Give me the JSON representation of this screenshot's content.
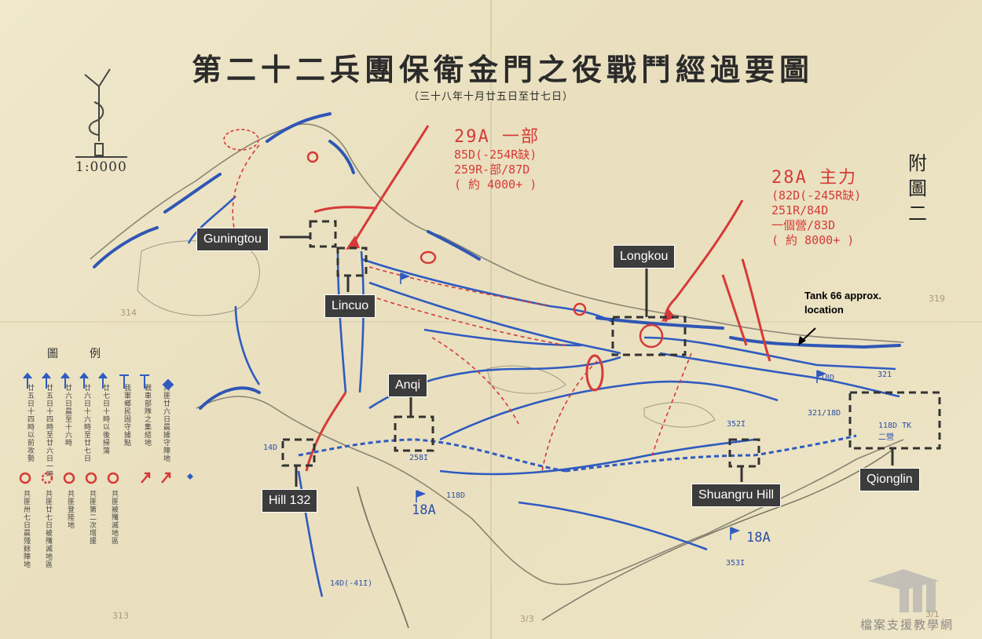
{
  "map": {
    "title": "第二十二兵團保衛金門之役戰鬥經過要圖",
    "subtitle": "（三十八年十月廿五日至廿七日）",
    "scale": "1:0000",
    "appendix_label": "附圖二",
    "red_forces": {
      "unit_29a": [
        "29A 一部",
        "85D(-254R缺)",
        "259R-部/87D",
        "( 約 4000+ )"
      ],
      "unit_28a": [
        "28A 主力",
        "(82D(-245R缺)",
        "251R/84D",
        "一個營/83D",
        "( 約 8000+ )"
      ]
    },
    "place_labels": {
      "guningtou": "Guningtou",
      "lincuo": "Lincuo",
      "longkou": "Longkou",
      "anqi": "Anqi",
      "hill132": "Hill 132",
      "shuangru": "Shuangru Hill",
      "qionglin": "Qionglin"
    },
    "tank_note": "Tank 66 approx. location",
    "legend": {
      "title": "圖例",
      "entries": [
        "廿五日十四時以前攻勢",
        "廿五日十四時至廿六日一時",
        "廿六日晨至十六時",
        "廿六日十六時至廿七日",
        "廿七日十時以後掃蕩",
        "我軍鄉民固守據點",
        "戰車部隊之集結地",
        "共匪廿六日晨據守陣地",
        "共匪卅七日晨殘餘陣地",
        "共匪廿七日被殲滅地區",
        "共匪登陸地",
        "共匪第二次增援",
        "共匪被殲滅地區"
      ]
    },
    "unit_markers": [
      "118D",
      "14D",
      "18A",
      "352I",
      "353I",
      "321",
      "118D TK二營",
      "14D(-41I)",
      "18D",
      "321/18D",
      "258I"
    ],
    "pencil_numbers": [
      "314",
      "313",
      "3/3",
      "319",
      "3/1"
    ],
    "watermark": "檔案支援教學網"
  }
}
